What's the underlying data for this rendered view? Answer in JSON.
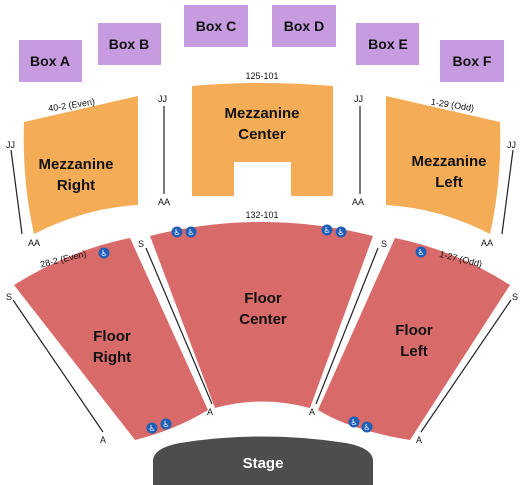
{
  "boxes": {
    "a": "Box A",
    "b": "Box B",
    "c": "Box C",
    "d": "Box D",
    "e": "Box E",
    "f": "Box F"
  },
  "mezzanine": {
    "right": {
      "line1": "Mezzanine",
      "line2": "Right",
      "seats": "40-2 (Even)",
      "row_top": "JJ",
      "row_bottom": "AA",
      "outer_row_top": "JJ",
      "outer_row_bottom": "AA"
    },
    "center": {
      "line1": "Mezzanine",
      "line2": "Center",
      "seats": "125-101",
      "row_top_left": "JJ",
      "row_bottom_left": "AA",
      "row_top_right": "JJ",
      "row_bottom_right": "AA"
    },
    "left": {
      "line1": "Mezzanine",
      "line2": "Left",
      "seats": "1-29 (Odd)",
      "row_top": "JJ",
      "row_bottom": "AA"
    }
  },
  "floor": {
    "right": {
      "line1": "Floor",
      "line2": "Right",
      "seats": "28-2 (Even)",
      "row_s": "S",
      "row_a": "A"
    },
    "center": {
      "line1": "Floor",
      "line2": "Center",
      "seats": "132-101",
      "row_s_left": "S",
      "row_a_left": "A",
      "row_s_right": "S",
      "row_a_right": "A"
    },
    "left": {
      "line1": "Floor",
      "line2": "Left",
      "seats": "1-27 (Odd)",
      "row_s": "S",
      "row_a": "A"
    }
  },
  "stage": {
    "label": "Stage"
  },
  "icons": {
    "accessible": "wheelchair-icon"
  },
  "colors": {
    "box": "#c79be0",
    "mezzanine": "#f5ac57",
    "floor": "#d96a6a",
    "stage": "#4d4d4d",
    "accessible": "#1f5fb8"
  }
}
